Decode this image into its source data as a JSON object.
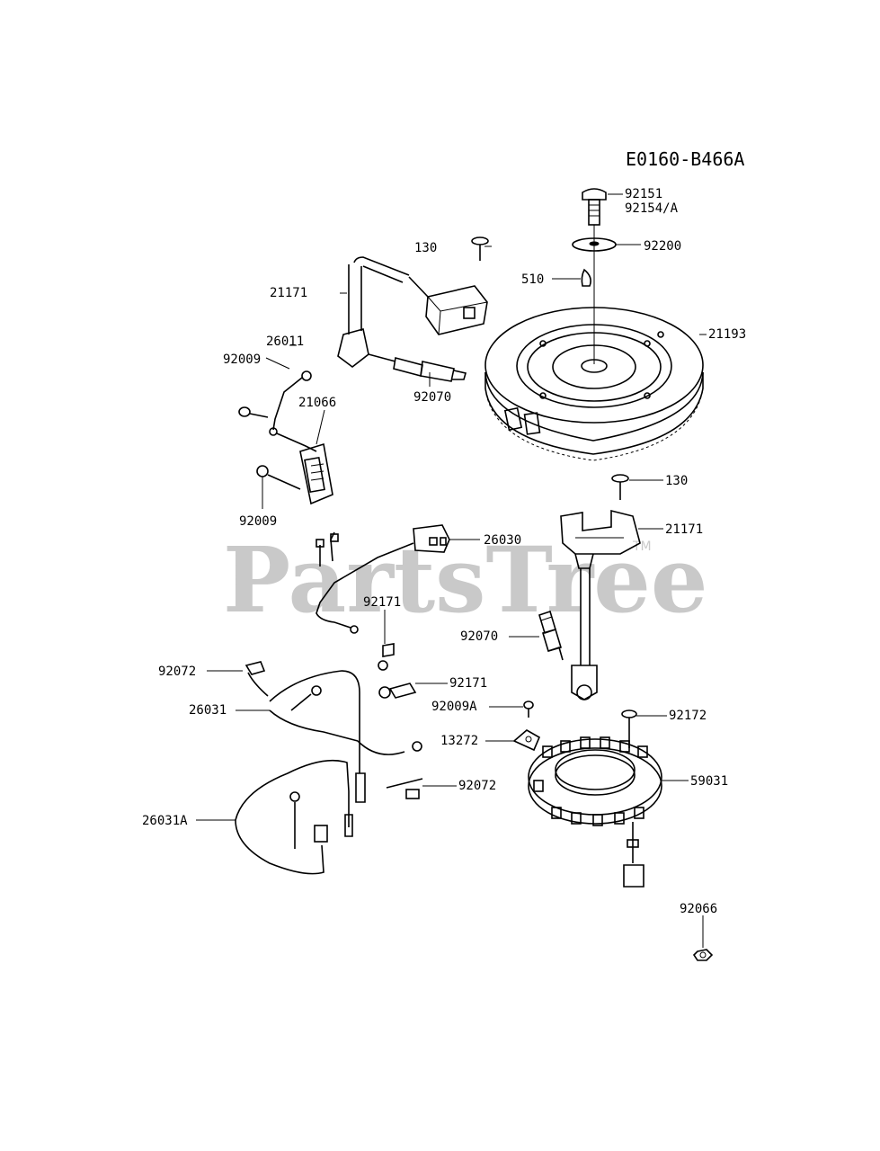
{
  "diagram_code": "E0160-B466A",
  "watermark": {
    "text": "PartsTree",
    "trademark": "TM"
  },
  "callouts": [
    {
      "id": "c-92151",
      "text": "92151"
    },
    {
      "id": "c-92154a",
      "text": "92154/A"
    },
    {
      "id": "c-130-top",
      "text": "130"
    },
    {
      "id": "c-92200",
      "text": "92200"
    },
    {
      "id": "c-21171-top",
      "text": "21171"
    },
    {
      "id": "c-510",
      "text": "510"
    },
    {
      "id": "c-21193",
      "text": "21193"
    },
    {
      "id": "c-26011",
      "text": "26011"
    },
    {
      "id": "c-92009-top",
      "text": "92009"
    },
    {
      "id": "c-21066",
      "text": "21066"
    },
    {
      "id": "c-92070-top",
      "text": "92070"
    },
    {
      "id": "c-130-mid",
      "text": "130"
    },
    {
      "id": "c-21171-mid",
      "text": "21171"
    },
    {
      "id": "c-92009-bot",
      "text": "92009"
    },
    {
      "id": "c-26030",
      "text": "26030"
    },
    {
      "id": "c-92171-a",
      "text": "92171"
    },
    {
      "id": "c-92070-mid",
      "text": "92070"
    },
    {
      "id": "c-92072-a",
      "text": "92072"
    },
    {
      "id": "c-92171-b",
      "text": "92171"
    },
    {
      "id": "c-26031",
      "text": "26031"
    },
    {
      "id": "c-92009a",
      "text": "92009A"
    },
    {
      "id": "c-92172",
      "text": "92172"
    },
    {
      "id": "c-13272",
      "text": "13272"
    },
    {
      "id": "c-59031",
      "text": "59031"
    },
    {
      "id": "c-92072-b",
      "text": "92072"
    },
    {
      "id": "c-26031a",
      "text": "26031A"
    },
    {
      "id": "c-92066",
      "text": "92066"
    }
  ]
}
